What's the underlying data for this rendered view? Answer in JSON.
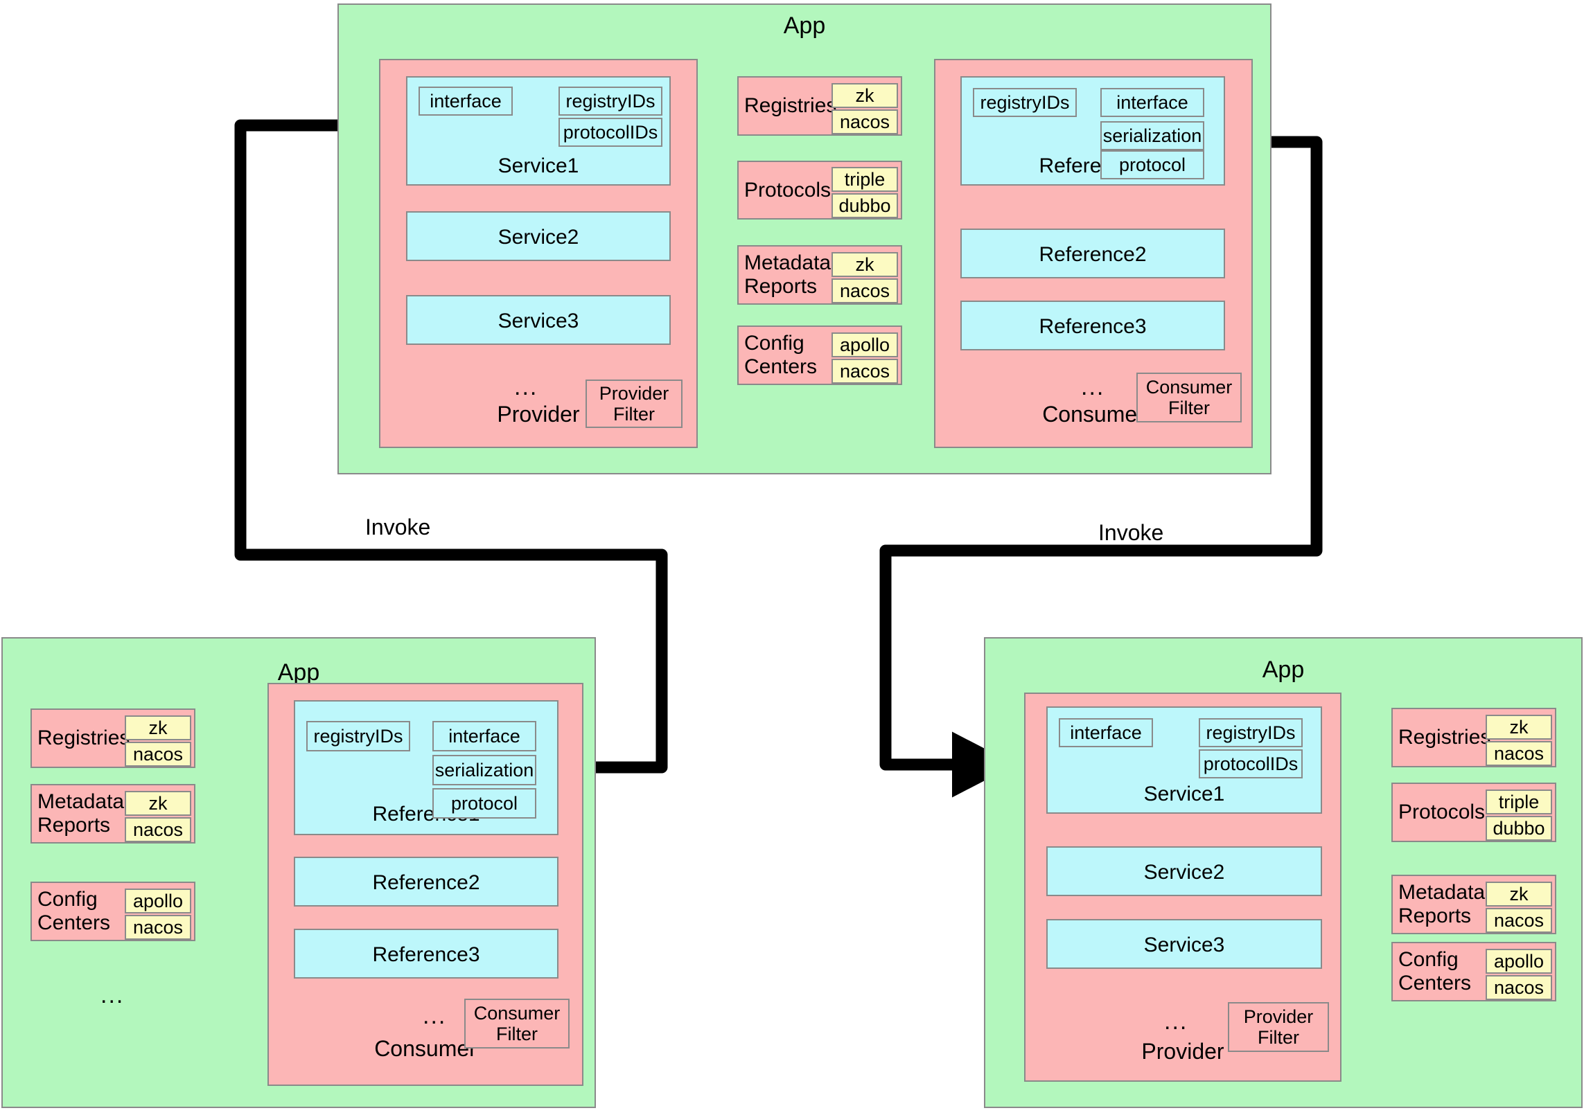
{
  "colors": {
    "app_fill": "#b3f7bd",
    "role_fill": "#fcb6b6",
    "unit_fill": "#bdf7fb",
    "impl_fill": "#fcfac2",
    "border": "#8a8a8a",
    "line": "#000000",
    "background": "#ffffff"
  },
  "labels": {
    "app": "App",
    "provider": "Provider",
    "consumer": "Consumer",
    "provider_filter": "Provider\nFilter",
    "consumer_filter": "Consumer\nFilter",
    "ellipsis": "...",
    "invoke": "Invoke",
    "interface": "interface",
    "registry_ids": "registryIDs",
    "protocol_ids": "protocolIDs",
    "serialization": "serialization",
    "protocol": "protocol",
    "service1": "Service1",
    "service2": "Service2",
    "service3": "Service3",
    "reference1": "Reference1",
    "reference2": "Reference2",
    "reference3": "Reference3",
    "registries": "Registries",
    "protocols": "Protocols",
    "metadata_reports": "Metadata\nReports",
    "config_centers": "Config\nCenters",
    "zk": "zk",
    "nacos": "nacos",
    "triple": "triple",
    "dubbo": "dubbo",
    "apollo": "apollo"
  },
  "apps": [
    {
      "id": "top-app",
      "title": "App",
      "provider": {
        "label": "Provider",
        "ellipsis": "...",
        "filter": "Provider\nFilter",
        "services": [
          {
            "name": "Service1",
            "attrs": [
              "interface",
              "registryIDs",
              "protocolIDs"
            ]
          },
          {
            "name": "Service2",
            "attrs": []
          },
          {
            "name": "Service3",
            "attrs": []
          }
        ]
      },
      "consumer": {
        "label": "Consumer",
        "ellipsis": "...",
        "filter": "Consumer\nFilter",
        "references": [
          {
            "name": "Reference1",
            "attrs": [
              "registryIDs",
              "interface",
              "serialization",
              "protocol"
            ]
          },
          {
            "name": "Reference2",
            "attrs": []
          },
          {
            "name": "Reference3",
            "attrs": []
          }
        ]
      },
      "infra": [
        {
          "name": "Registries",
          "impls": [
            "zk",
            "nacos"
          ]
        },
        {
          "name": "Protocols",
          "impls": [
            "triple",
            "dubbo"
          ]
        },
        {
          "name": "Metadata\nReports",
          "impls": [
            "zk",
            "nacos"
          ]
        },
        {
          "name": "Config\nCenters",
          "impls": [
            "apollo",
            "nacos"
          ]
        }
      ]
    },
    {
      "id": "bottom-left-app",
      "title": "App",
      "consumer": {
        "label": "Consumer",
        "ellipsis": "...",
        "filter": "Consumer\nFilter",
        "references": [
          {
            "name": "Reference1",
            "attrs": [
              "registryIDs",
              "interface",
              "serialization",
              "protocol"
            ]
          },
          {
            "name": "Reference2",
            "attrs": []
          },
          {
            "name": "Reference3",
            "attrs": []
          }
        ]
      },
      "infra": [
        {
          "name": "Registries",
          "impls": [
            "zk",
            "nacos"
          ]
        },
        {
          "name": "Metadata\nReports",
          "impls": [
            "zk",
            "nacos"
          ]
        },
        {
          "name": "Config\nCenters",
          "impls": [
            "apollo",
            "nacos"
          ]
        }
      ],
      "infra_ellipsis": "..."
    },
    {
      "id": "bottom-right-app",
      "title": "App",
      "provider": {
        "label": "Provider",
        "ellipsis": "...",
        "filter": "Provider\nFilter",
        "services": [
          {
            "name": "Service1",
            "attrs": [
              "interface",
              "registryIDs",
              "protocolIDs"
            ]
          },
          {
            "name": "Service2",
            "attrs": []
          },
          {
            "name": "Service3",
            "attrs": []
          }
        ]
      },
      "infra": [
        {
          "name": "Registries",
          "impls": [
            "zk",
            "nacos"
          ]
        },
        {
          "name": "Protocols",
          "impls": [
            "triple",
            "dubbo"
          ]
        },
        {
          "name": "Metadata\nReports",
          "impls": [
            "zk",
            "nacos"
          ]
        },
        {
          "name": "Config\nCenters",
          "impls": [
            "apollo",
            "nacos"
          ]
        }
      ]
    }
  ],
  "connections": [
    {
      "id": "invoke-left",
      "label": "Invoke"
    },
    {
      "id": "invoke-right",
      "label": "Invoke"
    }
  ]
}
